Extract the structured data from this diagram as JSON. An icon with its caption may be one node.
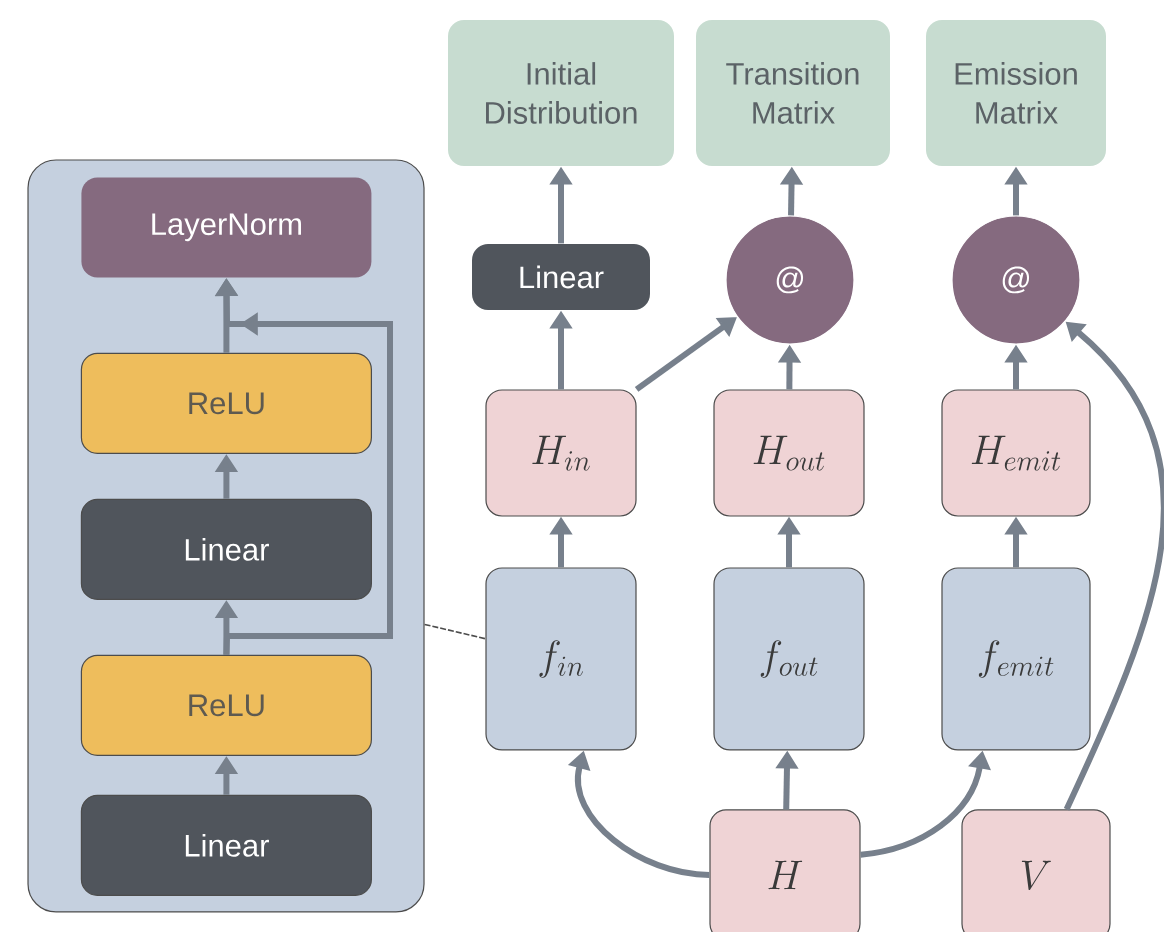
{
  "diagram": {
    "nodes": [
      {
        "text": [],
        "shape": "box"
      },
      {
        "text": [
          "LayerNorm"
        ],
        "in": 0
      },
      {
        "text": [
          "ReLU"
        ],
        "in": 0
      },
      {
        "text": [
          "Linear"
        ],
        "in": 0
      },
      {
        "text": [
          "ReLU"
        ],
        "in": 0
      },
      {
        "text": [
          "Linear"
        ],
        "in": 0
      },
      {
        "text": [
          "Initial Distribution"
        ]
      },
      {
        "text": [
          "Transition Matrix"
        ]
      },
      {
        "text": [
          "Emission Matrix"
        ]
      },
      {
        "text": [
          "Linear"
        ]
      },
      {
        "text": [
          "@"
        ]
      },
      {
        "text": [
          "@"
        ]
      },
      {
        "text": [
          "H_{in}"
        ]
      },
      {
        "text": [
          "H_{out}"
        ]
      },
      {
        "text": [
          "H_{emit}"
        ]
      },
      {
        "text": [
          "f_{in}"
        ]
      },
      {
        "text": [
          "f_{out}"
        ]
      },
      {
        "text": [
          "f_{emit}"
        ]
      },
      {
        "text": [
          "H"
        ]
      },
      {
        "text": [
          "V"
        ]
      }
    ],
    "edges": [
      {
        "from": 5,
        "to": 4,
        "arrow": "to"
      },
      {
        "from": 4,
        "to": 3,
        "arrow": "to"
      },
      {
        "from": 3,
        "to": 2,
        "arrow": "to"
      },
      {
        "from": 2,
        "to": 1,
        "arrow": "to"
      },
      {
        "from": 4,
        "to": 1,
        "arrow": "to"
      },
      {
        "from": 0,
        "to": 15,
        "arrow": "none",
        "style": "dashed"
      },
      {
        "from": 15,
        "to": 12,
        "arrow": "to"
      },
      {
        "from": 12,
        "to": 9,
        "arrow": "to"
      },
      {
        "from": 9,
        "to": 6,
        "arrow": "to"
      },
      {
        "from": 12,
        "to": 10,
        "arrow": "to"
      },
      {
        "from": 10,
        "to": 7,
        "arrow": "to"
      },
      {
        "from": 16,
        "to": 13,
        "arrow": "to"
      },
      {
        "from": 13,
        "to": 10,
        "arrow": "to"
      },
      {
        "from": 17,
        "to": 14,
        "arrow": "to"
      },
      {
        "from": 14,
        "to": 11,
        "arrow": "to"
      },
      {
        "from": 11,
        "to": 8,
        "arrow": "to"
      },
      {
        "from": 18,
        "to": 15,
        "arrow": "to"
      },
      {
        "from": 18,
        "to": 16,
        "arrow": "to"
      },
      {
        "from": 18,
        "to": 17,
        "arrow": "to"
      },
      {
        "from": 19,
        "to": 11,
        "arrow": "to"
      }
    ]
  }
}
